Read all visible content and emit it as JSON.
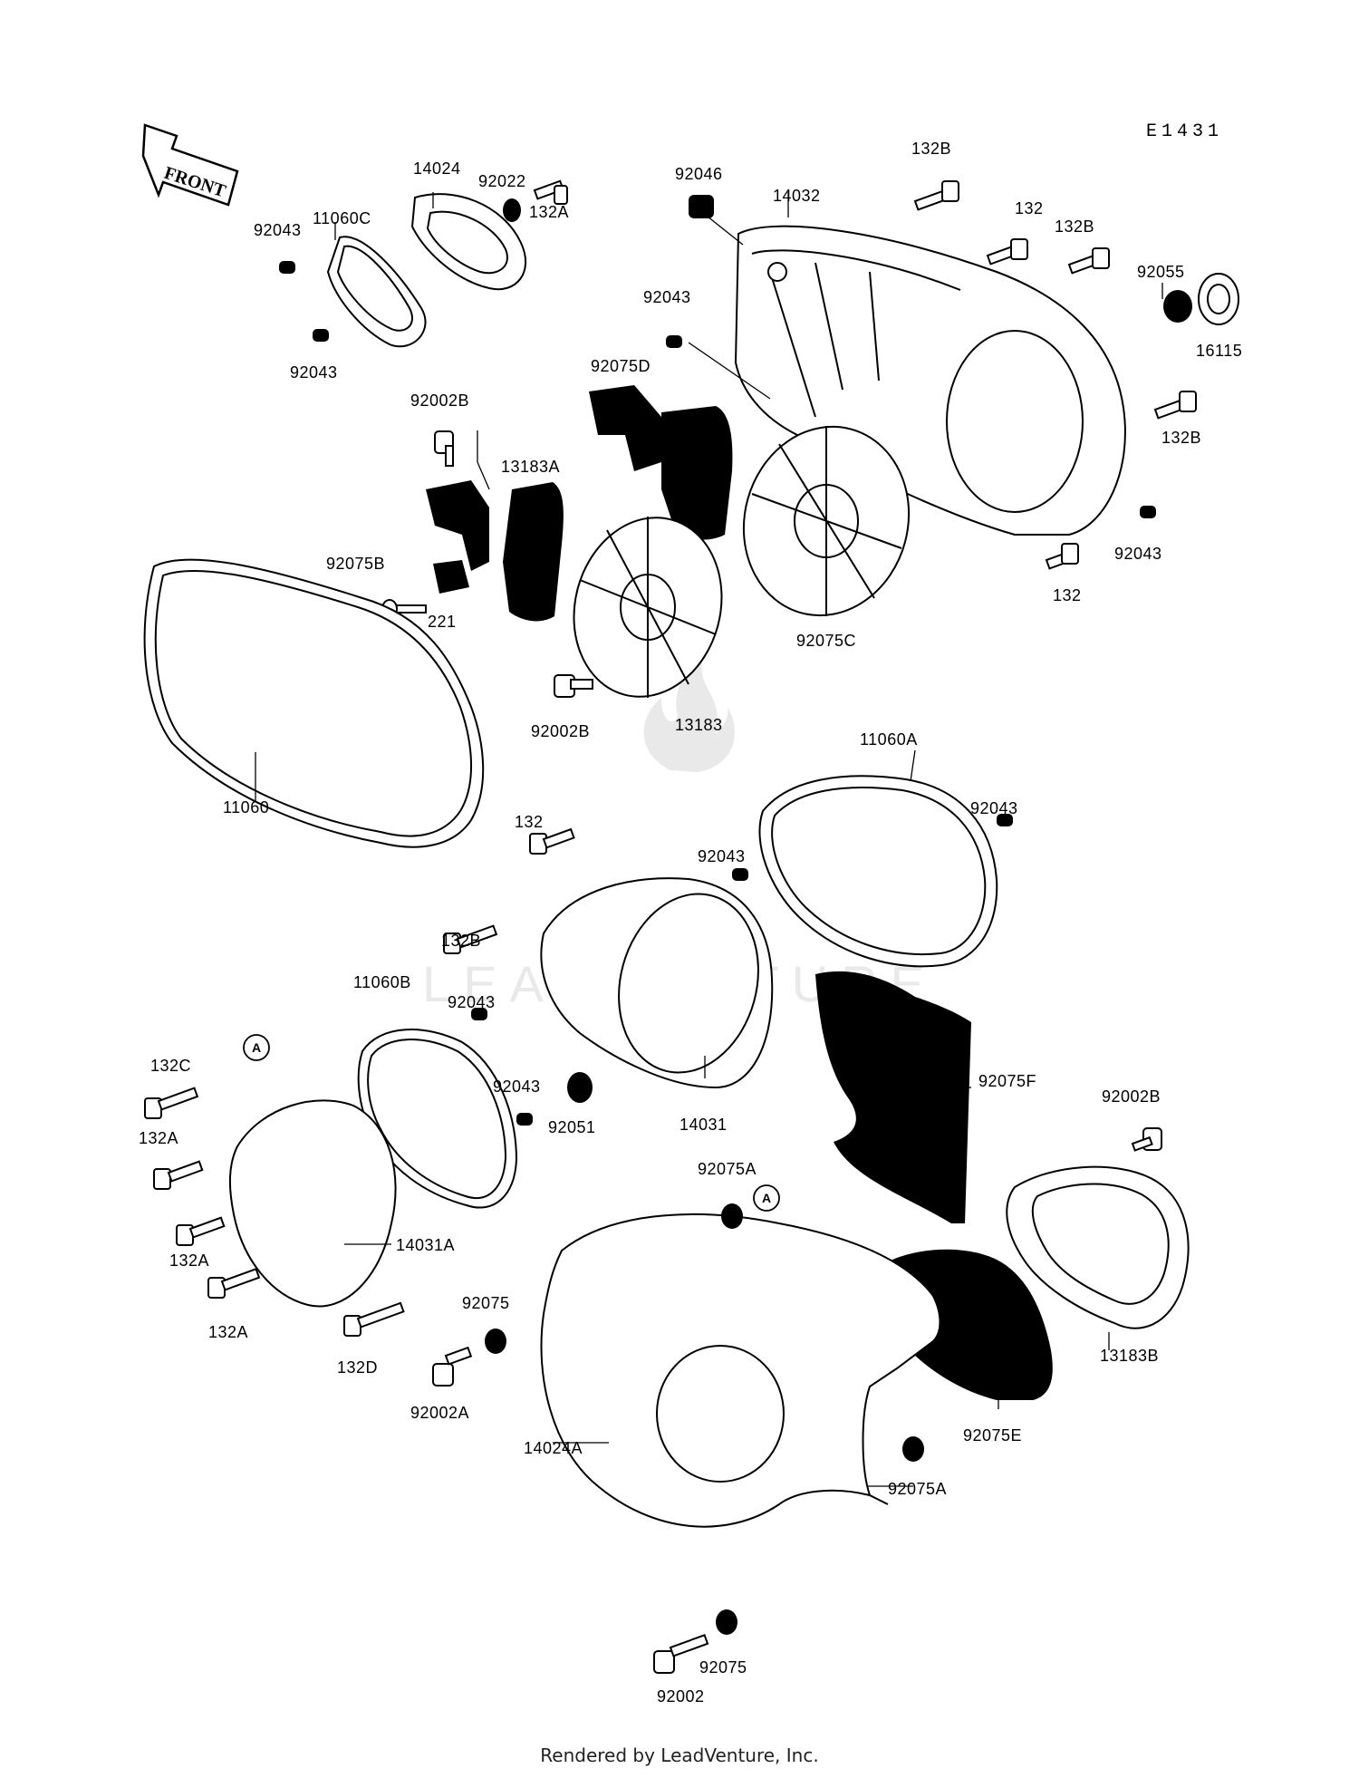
{
  "diagram_code": "E1431",
  "front_label": "FRONT",
  "watermark": "LEADVENTURE",
  "footer": "Rendered by LeadVenture, Inc.",
  "ref_marker": "A",
  "callouts": [
    "14024",
    "92022",
    "132A",
    "11060C",
    "92043",
    "92043",
    "92046",
    "14032",
    "132B",
    "132",
    "132B",
    "92055",
    "16115",
    "92043",
    "92075D",
    "132B",
    "92002B",
    "13183A",
    "92075B",
    "221",
    "92043",
    "132",
    "92075C",
    "92002B",
    "13183",
    "11060",
    "11060A",
    "92043",
    "92043",
    "132",
    "132B",
    "11060B",
    "92043",
    "92043",
    "92051",
    "14031",
    "92075F",
    "132C",
    "132A",
    "132A",
    "132A",
    "14031A",
    "132D",
    "92002B",
    "92075A",
    "92075",
    "92002A",
    "13183B",
    "92075E",
    "14024A",
    "92075A",
    "92075",
    "92002"
  ]
}
